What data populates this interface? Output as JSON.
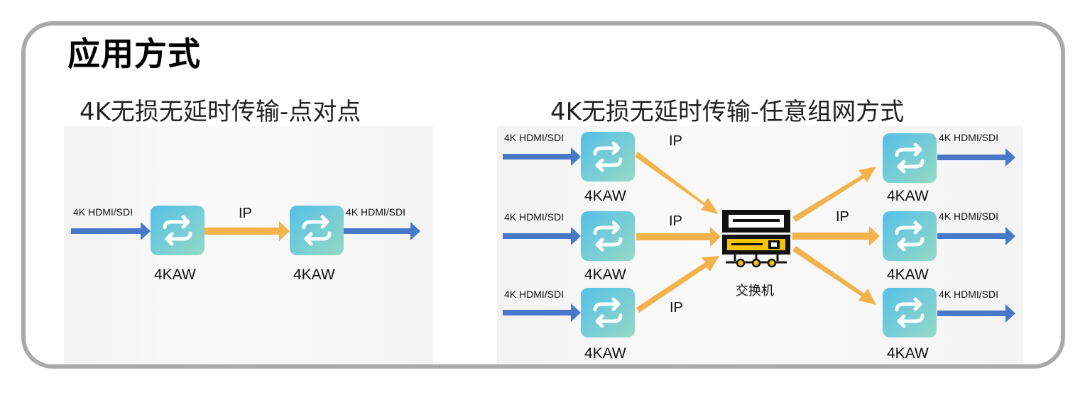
{
  "title": "应用方式",
  "left": {
    "heading": "4K无损无延时传输-点对点",
    "input_label": "4K HDMI/SDI",
    "output_label": "4K HDMI/SDI",
    "link_label": "IP",
    "device_label": "4KAW"
  },
  "right": {
    "heading": "4K无损无延时传输-任意组网方式",
    "io_label": "4K HDMI/SDI",
    "link_label": "IP",
    "device_label": "4KAW",
    "switch_label": "交换机"
  },
  "colors": {
    "signal_arrow": "#4a78c8",
    "ip_arrow": "#f2b24c",
    "device_top": "#5fc6e6",
    "device_bottom": "#8fd6c5",
    "frame_border": "#a9a9a9"
  }
}
